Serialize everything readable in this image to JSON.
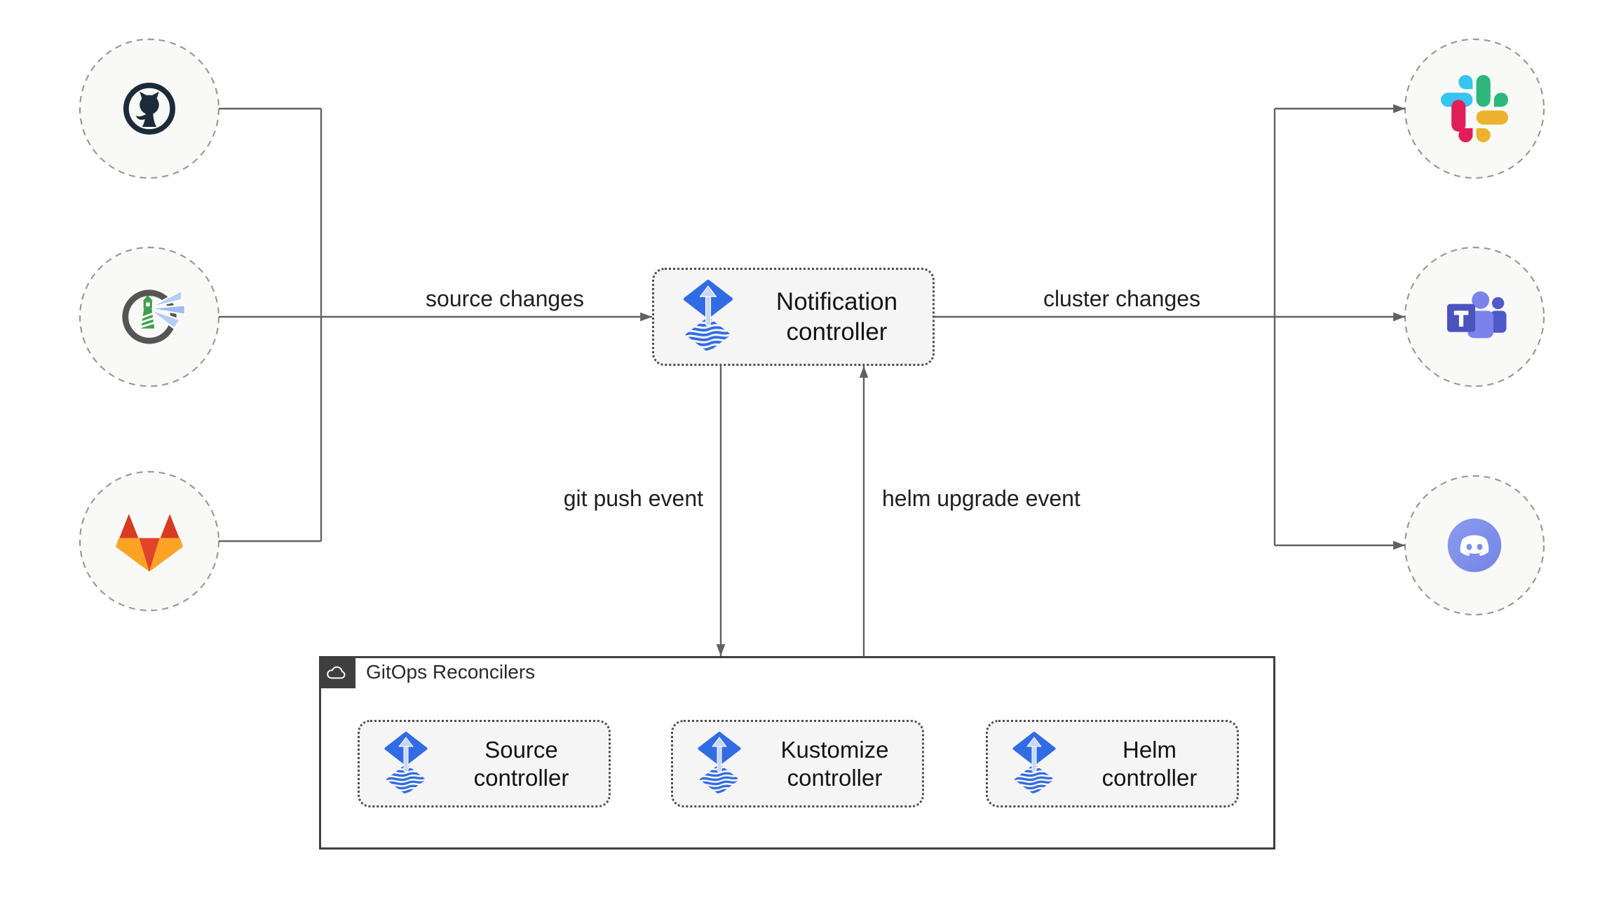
{
  "diagram_title": "flux-notification-controller-architecture",
  "colors": {
    "background": "#ffffff",
    "connector_line": "#616161",
    "circle_fill": "#f9f9f7",
    "circle_dash_border": "#9a9a9a",
    "box_fill": "#f5f5f5",
    "box_dotted_border": "#4f4f4f",
    "group_border": "#3f3f3f",
    "group_badge_background": "#3f3f3f",
    "flux_blue": "#316ce4",
    "flux_arrow_light": "#c8d6f7",
    "text": "#1a1a1a"
  },
  "source_nodes": [
    {
      "icon": "github-icon"
    },
    {
      "icon": "harbor-icon"
    },
    {
      "icon": "gitlab-icon"
    }
  ],
  "target_nodes": [
    {
      "icon": "slack-icon"
    },
    {
      "icon": "teams-icon"
    },
    {
      "icon": "discord-icon"
    }
  ],
  "nodes": {
    "notification_controller": {
      "label": "Notification controller",
      "icon": "flux-icon"
    },
    "source_controller": {
      "label": "Source controller",
      "icon": "flux-icon"
    },
    "kustomize_controller": {
      "label": "Kustomize controller",
      "icon": "flux-icon"
    },
    "helm_controller": {
      "label": "Helm controller",
      "icon": "flux-icon"
    }
  },
  "group": {
    "label": "GitOps Reconcilers",
    "icon": "cloud-icon"
  },
  "edge_labels": {
    "source_changes": "source changes",
    "cluster_changes": "cluster changes",
    "git_push_event": "git push event",
    "helm_upgrade_event": "helm upgrade event"
  }
}
